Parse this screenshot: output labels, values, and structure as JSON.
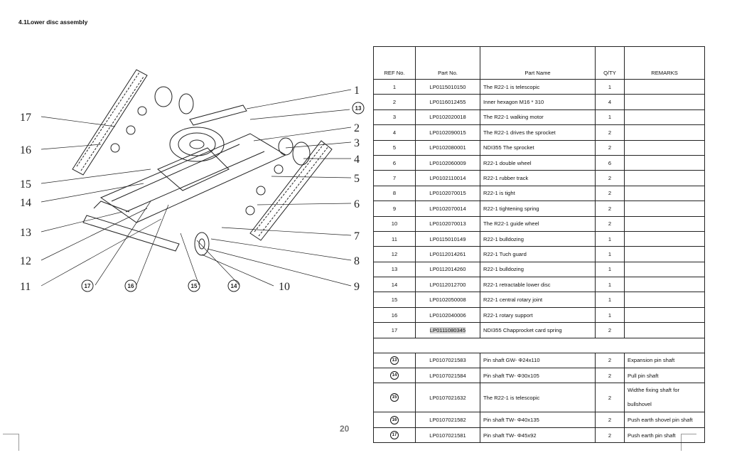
{
  "section_title": "4.1Lower disc assembly",
  "page_number": "20",
  "table": {
    "headers": [
      "REF No.",
      "Part No.",
      "Part Name",
      "Q/TY",
      "REMARKS"
    ],
    "rows": [
      {
        "ref": "1",
        "part_no": "LP0115010150",
        "name": "The R22-1 is telescopic",
        "qty": "1",
        "remarks": ""
      },
      {
        "ref": "2",
        "part_no": "LP0116012455",
        "name": "Inner hexagon M16 * 310",
        "qty": "4",
        "remarks": ""
      },
      {
        "ref": "3",
        "part_no": "LP0102020018",
        "name": "The R22-1 walking motor",
        "qty": "1",
        "remarks": ""
      },
      {
        "ref": "4",
        "part_no": "LP0102090015",
        "name": "The R22-1 drives the sprocket",
        "qty": "2",
        "remarks": ""
      },
      {
        "ref": "5",
        "part_no": "LP0102080001",
        "name": "NDI355 The sprocket",
        "qty": "2",
        "remarks": ""
      },
      {
        "ref": "6",
        "part_no": "LP0102060009",
        "name": "R22-1 double wheel",
        "qty": "6",
        "remarks": ""
      },
      {
        "ref": "7",
        "part_no": "LP0102110014",
        "name": "R22-1 rubber track",
        "qty": "2",
        "remarks": ""
      },
      {
        "ref": "8",
        "part_no": "LP0102070015",
        "name": "R22-1 is tight",
        "qty": "2",
        "remarks": ""
      },
      {
        "ref": "9",
        "part_no": "LP0102070014",
        "name": "R22-1 tightening spring",
        "qty": "2",
        "remarks": ""
      },
      {
        "ref": "10",
        "part_no": "LP0102070013",
        "name": "The R22-1 guide wheel",
        "qty": "2",
        "remarks": ""
      },
      {
        "ref": "11",
        "part_no": "LP0115010149",
        "name": "R22-1 bulldozing",
        "qty": "1",
        "remarks": ""
      },
      {
        "ref": "12",
        "part_no": "LP0112014261",
        "name": "R22-1 Tuch guard",
        "qty": "1",
        "remarks": ""
      },
      {
        "ref": "13",
        "part_no": "LP0112014260",
        "name": "R22-1 bulldozing",
        "qty": "1",
        "remarks": ""
      },
      {
        "ref": "14",
        "part_no": "LP0112012700",
        "name": "R22-1 retractable lower disc",
        "qty": "1",
        "remarks": ""
      },
      {
        "ref": "15",
        "part_no": "LP0102050008",
        "name": "R22-1 central rotary joint",
        "qty": "1",
        "remarks": ""
      },
      {
        "ref": "16",
        "part_no": "LP0102040006",
        "name": "R22-1 rotary support",
        "qty": "1",
        "remarks": ""
      },
      {
        "ref": "17",
        "part_no": "LP0111080345",
        "name": "NDI355 Chapprocket card spring",
        "qty": "2",
        "remarks": ""
      }
    ],
    "pin_rows": [
      {
        "ref": "13",
        "part_no": "LP0107021583",
        "name": "Pin shaft GW- Φ24x110",
        "qty": "2",
        "remarks": "Expansion pin shaft"
      },
      {
        "ref": "14",
        "part_no": "LP0107021584",
        "name": "Pin shaft TW- Φ30x105",
        "qty": "2",
        "remarks": "Pull pin shaft"
      },
      {
        "ref": "15",
        "part_no": "LP0107021632",
        "name": "The R22-1 is telescopic",
        "qty": "2",
        "remarks": "Widthe fixing shaft for bullshovel"
      },
      {
        "ref": "16",
        "part_no": "LP0107021582",
        "name": "Pin shaft TW- Φ40x135",
        "qty": "2",
        "remarks": "Push earth shovel pin shaft"
      },
      {
        "ref": "17",
        "part_no": "LP0107021581",
        "name": "Pin shaft TW- Φ45x92",
        "qty": "2",
        "remarks": "Push earth pin shaft"
      }
    ]
  },
  "drawing": {
    "left_labels": [
      "17",
      "16",
      "15",
      "14",
      "13",
      "12",
      "11"
    ],
    "right_labels": [
      "1",
      "2",
      "3",
      "4",
      "5",
      "6",
      "7",
      "8",
      "9"
    ],
    "bottom_label": "10",
    "circled_labels": [
      "13",
      "17",
      "16",
      "15",
      "14"
    ]
  }
}
